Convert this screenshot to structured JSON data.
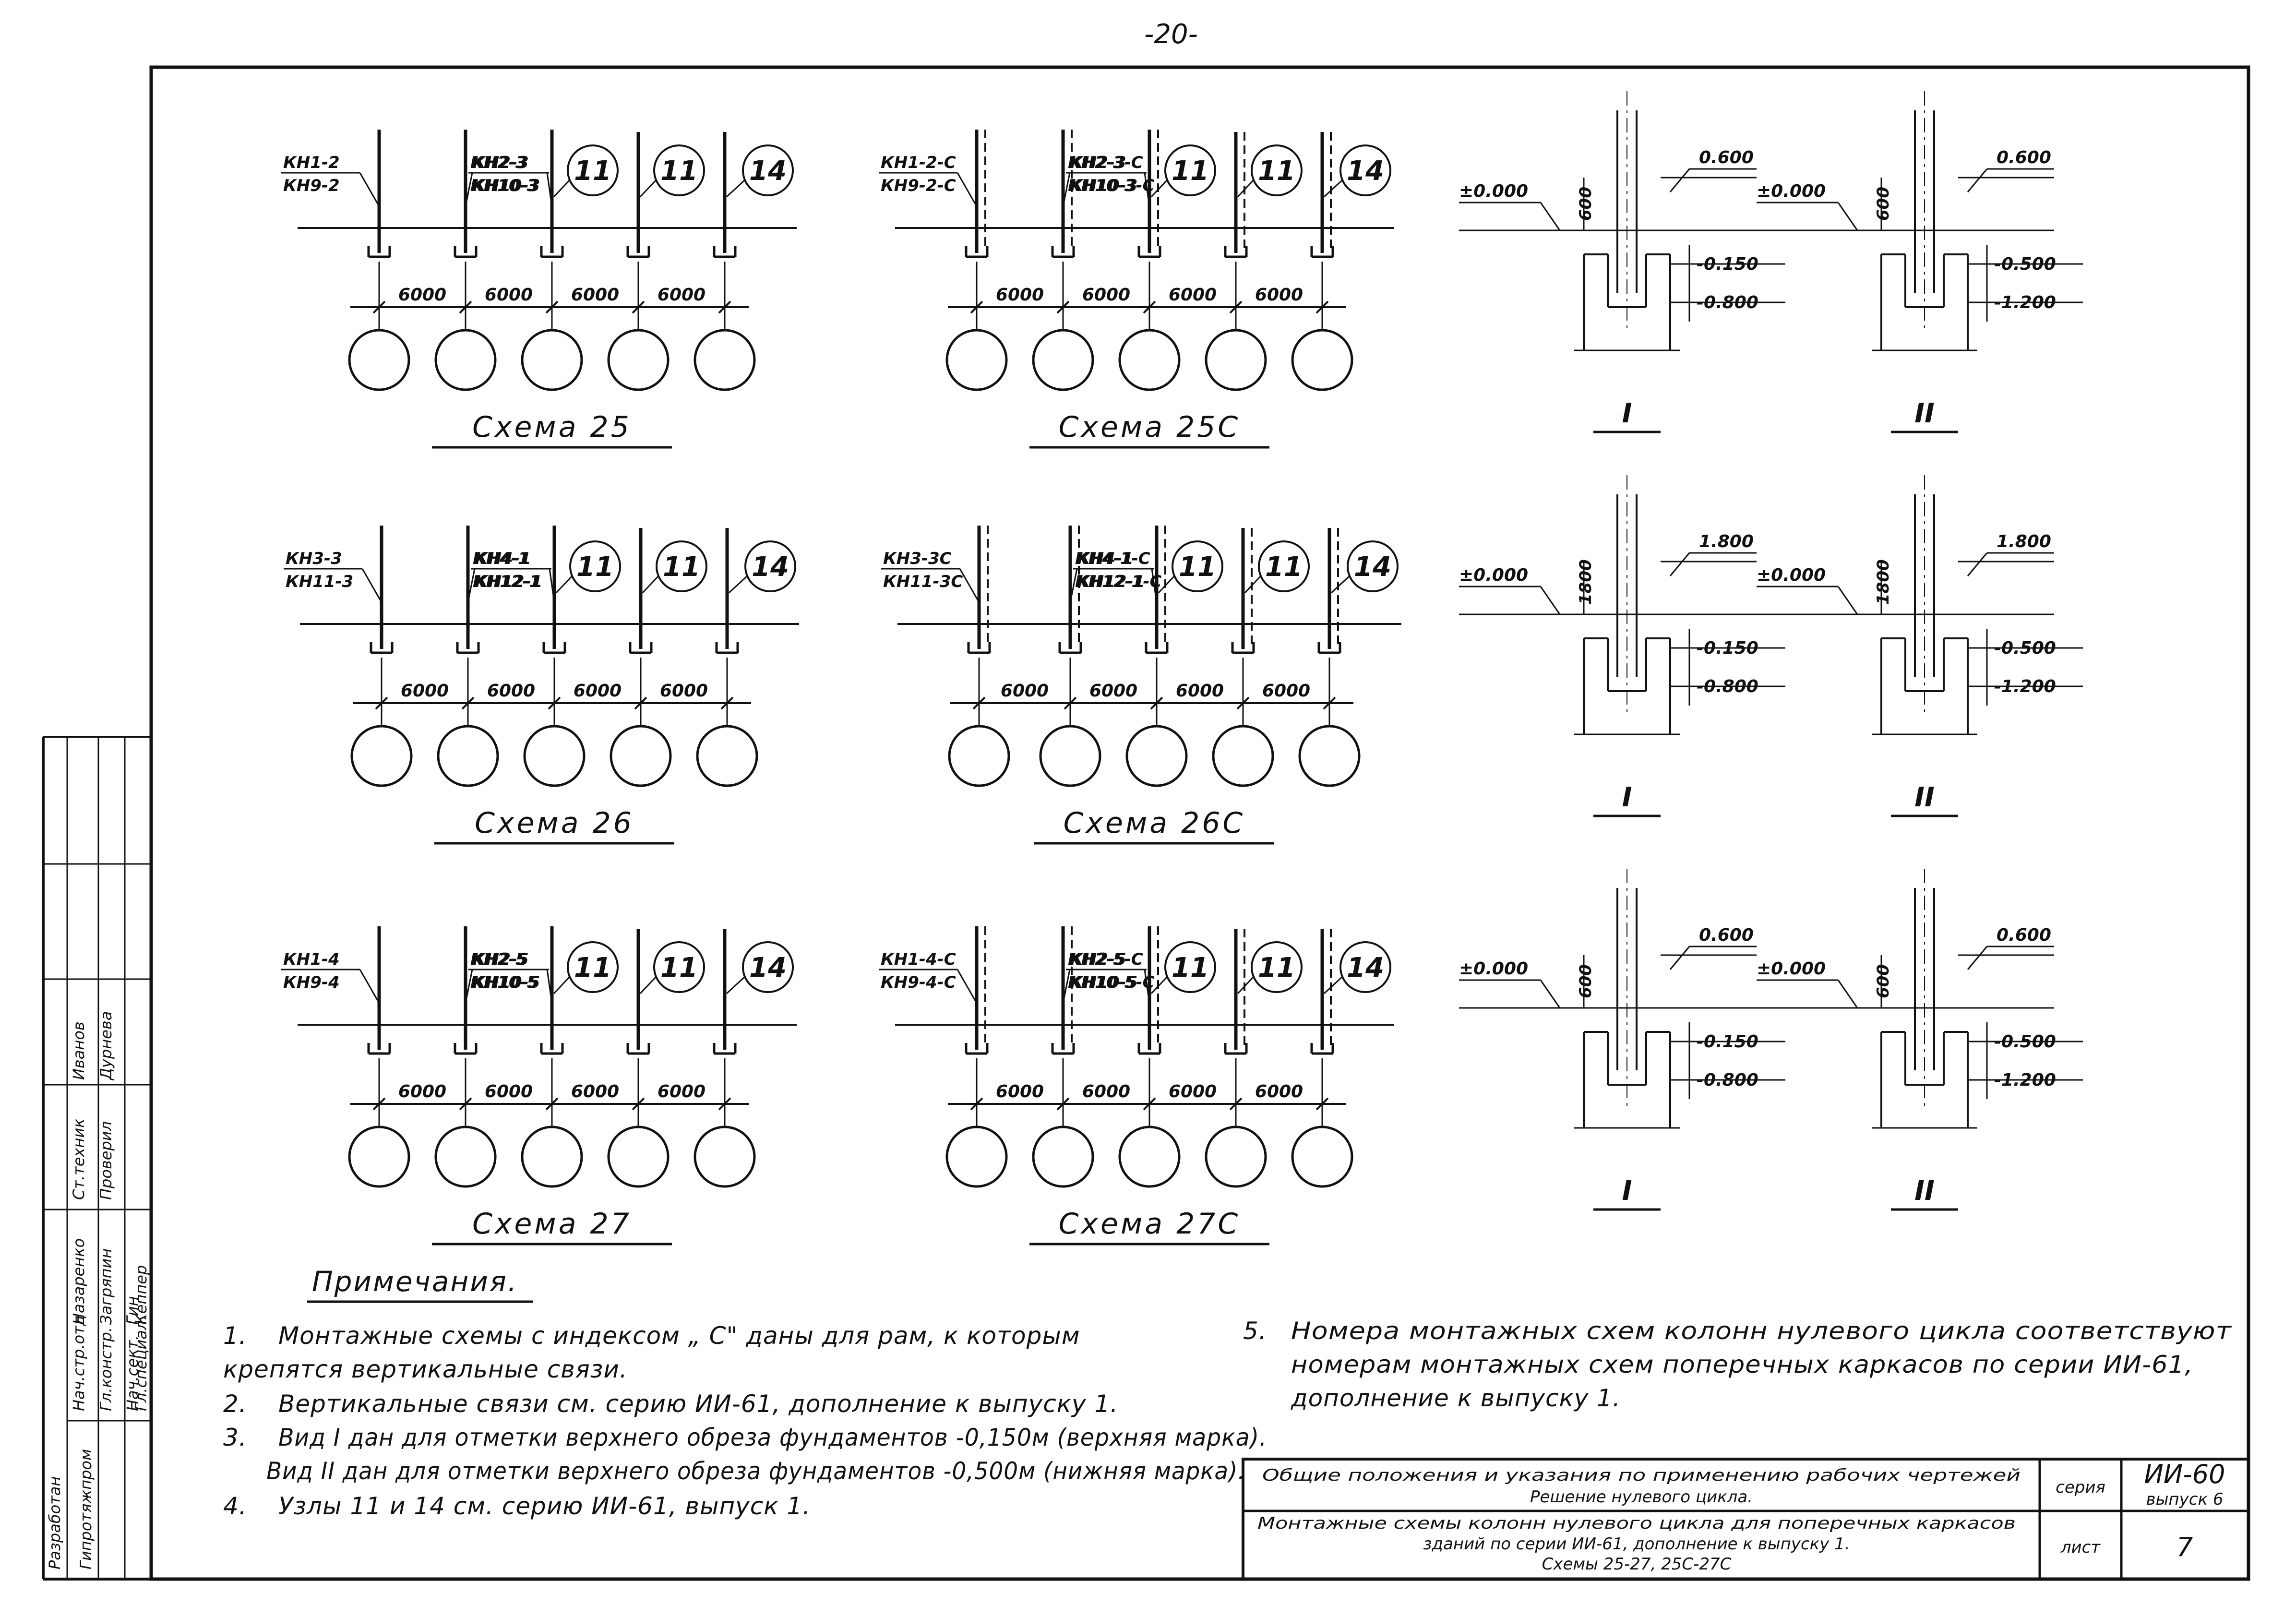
{
  "page_number": "-20-",
  "schemes": [
    {
      "id": "25",
      "title": "Схема 25",
      "labels": [
        {
          "top": "КН1-2",
          "bottom": "КН9-2"
        },
        {
          "top": "КН2-3",
          "bottom": "КН10-3"
        },
        {
          "top": "КН2-3",
          "bottom": "КН10-3"
        }
      ],
      "nodes": [
        "11",
        "11",
        "14"
      ],
      "spacings": [
        "6000",
        "6000",
        "6000",
        "6000"
      ]
    },
    {
      "id": "25C",
      "title": "Схема 25С",
      "labels": [
        {
          "top": "КН1-2-С",
          "bottom": "КН9-2-С"
        },
        {
          "top": "КН2-3",
          "bottom": "КН10-3"
        },
        {
          "top": "КН2-3-С",
          "bottom": "КН10-3-С"
        }
      ],
      "nodes": [
        "11",
        "11",
        "14"
      ],
      "spacings": [
        "6000",
        "6000",
        "6000",
        "6000"
      ]
    },
    {
      "id": "26",
      "title": "Схема 26",
      "labels": [
        {
          "top": "КН3-3",
          "bottom": "КН11-3"
        },
        {
          "top": "КН4-1",
          "bottom": "КН12-1"
        },
        {
          "top": "КН4-1",
          "bottom": "КН12-1"
        }
      ],
      "nodes": [
        "11",
        "11",
        "14"
      ],
      "spacings": [
        "6000",
        "6000",
        "6000",
        "6000"
      ]
    },
    {
      "id": "26C",
      "title": "Схема 26С",
      "labels": [
        {
          "top": "КН3-3С",
          "bottom": "КН11-3С"
        },
        {
          "top": "КН4-1",
          "bottom": "КН12-1"
        },
        {
          "top": "КН4-1-С",
          "bottom": "КН12-1-С"
        }
      ],
      "nodes": [
        "11",
        "11",
        "14"
      ],
      "spacings": [
        "6000",
        "6000",
        "6000",
        "6000"
      ]
    },
    {
      "id": "27",
      "title": "Схема 27",
      "labels": [
        {
          "top": "КН1-4",
          "bottom": "КН9-4"
        },
        {
          "top": "КН2-5",
          "bottom": "КН10-5"
        },
        {
          "top": "КН2-5",
          "bottom": "КН10-5"
        }
      ],
      "nodes": [
        "11",
        "11",
        "14"
      ],
      "spacings": [
        "6000",
        "6000",
        "6000",
        "6000"
      ]
    },
    {
      "id": "27C",
      "title": "Схема 27С",
      "labels": [
        {
          "top": "КН1-4-С",
          "bottom": "КН9-4-С"
        },
        {
          "top": "КН2-5",
          "bottom": "КН10-5"
        },
        {
          "top": "КН2-5-С",
          "bottom": "КН10-5-С"
        }
      ],
      "nodes": [
        "11",
        "11",
        "14"
      ],
      "spacings": [
        "6000",
        "6000",
        "6000",
        "6000"
      ]
    }
  ],
  "details": [
    {
      "roman": "I",
      "zero": "±0.000",
      "top": "0.600",
      "embed": "600",
      "e1": "-0.150",
      "e2": "-0.800"
    },
    {
      "roman": "II",
      "zero": "±0.000",
      "top": "0.600",
      "embed": "600",
      "e1": "-0.500",
      "e2": "-1.200"
    },
    {
      "roman": "I",
      "zero": "±0.000",
      "top": "1.800",
      "embed": "1800",
      "e1": "-0.150",
      "e2": "-0.800"
    },
    {
      "roman": "II",
      "zero": "±0.000",
      "top": "1.800",
      "embed": "1800",
      "e1": "-0.500",
      "e2": "-1.200"
    },
    {
      "roman": "I",
      "zero": "±0.000",
      "top": "0.600",
      "embed": "600",
      "e1": "-0.150",
      "e2": "-0.800"
    },
    {
      "roman": "II",
      "zero": "±0.000",
      "top": "0.600",
      "embed": "600",
      "e1": "-0.500",
      "e2": "-1.200"
    }
  ],
  "notes": {
    "title": "Примечания.",
    "items": [
      {
        "num": "1.",
        "text": "Монтажные схемы с индексом „ С\" даны для рам, к которым"
      },
      {
        "num": "",
        "text": "крепятся вертикальные связи."
      },
      {
        "num": "2.",
        "text": "Вертикальные связи см. серию ИИ-61, дополнение к выпуску 1."
      },
      {
        "num": "3.",
        "text": "Вид I дан для отметки верхнего обреза фундаментов -0,150м (верхняя марка)."
      },
      {
        "num": "",
        "text": "Вид II дан для отметки верхнего обреза фундаментов -0,500м (нижняя марка)."
      },
      {
        "num": "4.",
        "text": "Узлы 11 и 14 см. серию ИИ-61, выпуск 1."
      }
    ],
    "note5": {
      "num": "5.",
      "lines": [
        "Номера монтажных схем колонн нулевого цикла соответствуют",
        "номерам монтажных схем поперечных каркасов по серии ИИ-61,",
        "дополнение к выпуску 1."
      ]
    }
  },
  "title_block": {
    "line1": "Общие положения и указания по применению рабочих чертежей",
    "line2": "Решение нулевого цикла.",
    "line3": "Монтажные схемы колонн нулевого цикла для поперечных каркасов",
    "line4": "зданий по серии ИИ-61, дополнение к выпуску 1.",
    "line5": "Схемы 25-27, 25С-27С",
    "series_label": "серия",
    "series_value": "ИИ-60",
    "issue": "выпуск 6",
    "sheet_label": "лист",
    "sheet_value": "7"
  },
  "stamp": {
    "org1": "Разработан",
    "org2": "Гипротяжпром",
    "rows": [
      {
        "role": "Нач.стр.отд",
        "name": "Назаренко"
      },
      {
        "role": "Гл.констр.",
        "name": "Загряпин"
      },
      {
        "role": "Нач.сект.",
        "name": "Гин"
      },
      {
        "role": "Гл.специал.",
        "name": "Кеппер"
      },
      {
        "role": "Ст.техник",
        "name": "Иванов"
      },
      {
        "role": "Проверил",
        "name": "Дурнева"
      }
    ]
  }
}
